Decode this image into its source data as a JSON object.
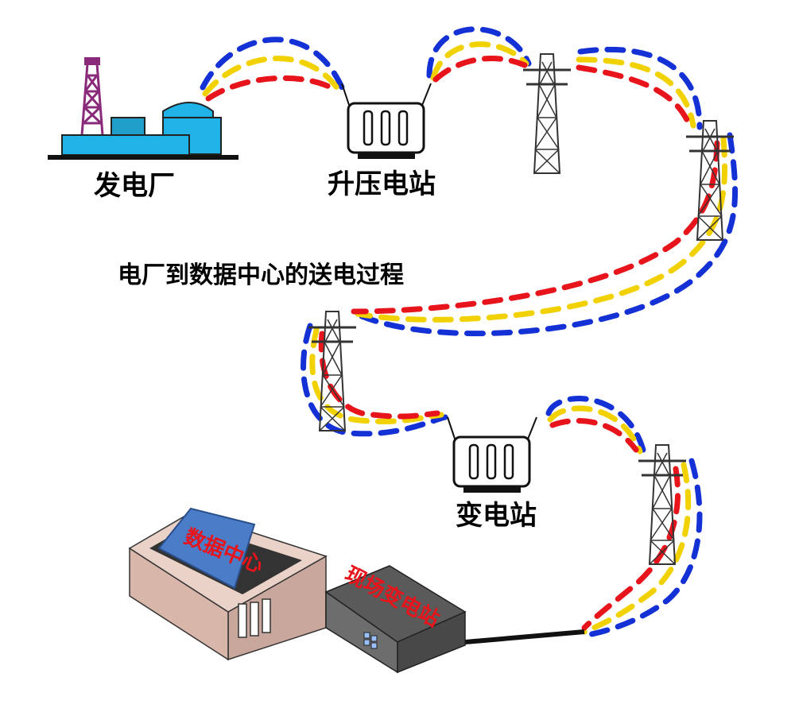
{
  "labels": {
    "power_plant": "发电厂",
    "step_up_station": "升压电站",
    "title": "电厂到数据中心的送电过程",
    "substation": "变电站",
    "data_center": "数据中心",
    "onsite_substation": "现场变电站"
  },
  "colors": {
    "line_blue": "#1431d6",
    "line_yellow": "#f2d100",
    "line_red": "#e8141b",
    "plant_blue": "#1fb3e8",
    "chimney_purple": "#8a2a7a"
  },
  "icons": [
    "power-plant-icon",
    "transformer-icon",
    "transmission-tower-icon",
    "data-center-building-icon",
    "substation-building-icon"
  ]
}
